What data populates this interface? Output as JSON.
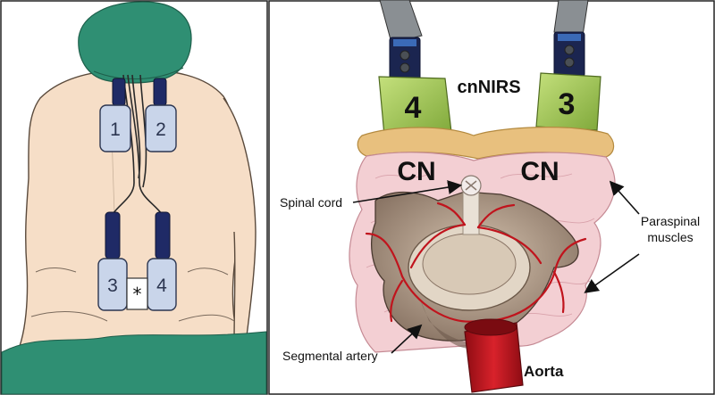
{
  "left_panel": {
    "pads": [
      {
        "label": "1"
      },
      {
        "label": "2"
      },
      {
        "label": "3"
      },
      {
        "label": "4"
      }
    ],
    "center_marker": "*"
  },
  "right_panel": {
    "sensor_left_label": "4",
    "sensor_right_label": "3",
    "device_label": "cnNIRS",
    "cn_left": "CN",
    "cn_right": "CN",
    "spinal_cord_label": "Spinal cord",
    "paraspinal_label_line1": "Paraspinal",
    "paraspinal_label_line2": "muscles",
    "segmental_artery_label": "Segmental artery",
    "aorta_label": "Aorta"
  },
  "colors": {
    "skin": "#f6dec7",
    "cap": "#2f8f73",
    "pad": "#c9d5ea",
    "strap": "#1f2a66",
    "sensor_green": "#a6cc59",
    "fat_layer": "#e8c07e",
    "muscle": "#f3cfd3",
    "artery": "#c0141d"
  }
}
